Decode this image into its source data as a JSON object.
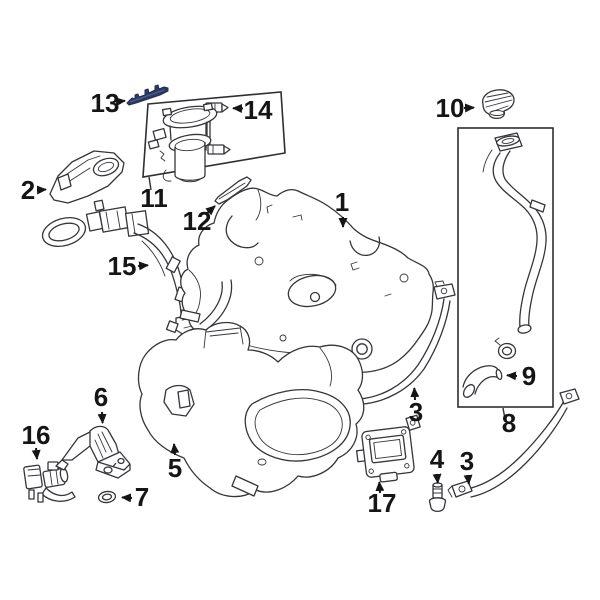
{
  "style": {
    "background": "#ffffff",
    "line_color": "#35353a",
    "label_color": "#151515",
    "highlight_color": "#2e3c64"
  },
  "callouts": {
    "c1": {
      "label": "1",
      "part": "fuel-tank"
    },
    "c2": {
      "label": "2",
      "part": "tank-shield-bracket"
    },
    "c3a": {
      "label": "3",
      "part": "tank-strap-center"
    },
    "c3b": {
      "label": "3",
      "part": "tank-strap-right"
    },
    "c4": {
      "label": "4",
      "part": "strap-bolt"
    },
    "c5": {
      "label": "5",
      "part": "tank-skid-plate"
    },
    "c6": {
      "label": "6",
      "part": "support-bracket"
    },
    "c7": {
      "label": "7",
      "part": "seal-grommet"
    },
    "c8": {
      "label": "8",
      "part": "fuel-filler-pipe"
    },
    "c9": {
      "label": "9",
      "part": "filler-hose"
    },
    "c10": {
      "label": "10",
      "part": "fuel-filler-cap"
    },
    "c11": {
      "label": "11",
      "part": "fuel-pump-module"
    },
    "c12": {
      "label": "12",
      "part": "level-sensor-rod"
    },
    "c13": {
      "label": "13",
      "part": "pump-retainer-clip-highlighted"
    },
    "c14": {
      "label": "14",
      "part": "pump-port-fittings"
    },
    "c15": {
      "label": "15",
      "part": "vent-hose-assembly"
    },
    "c16": {
      "label": "16",
      "part": "vapor-valve"
    },
    "c17": {
      "label": "17",
      "part": "pump-control-module"
    }
  }
}
